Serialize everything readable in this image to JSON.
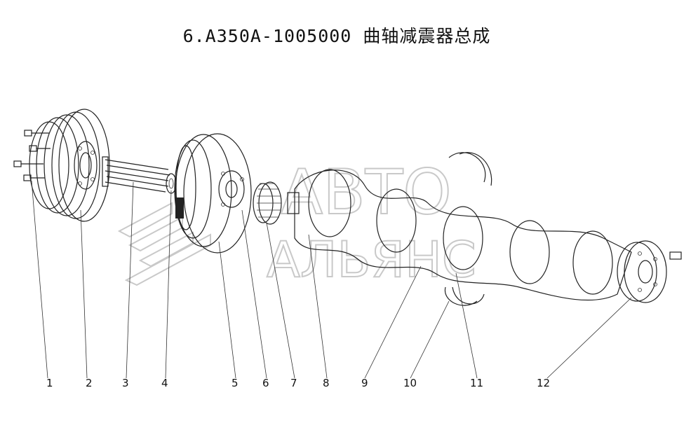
{
  "title": "6.A350A-1005000 曲轴减震器总成",
  "watermark": {
    "line1": "АВТО",
    "line2": "АЛЬЯНС",
    "color": "#c9c9c9"
  },
  "callouts": [
    "1",
    "2",
    "3",
    "4",
    "5",
    "6",
    "7",
    "8",
    "9",
    "10",
    "11",
    "12"
  ]
}
